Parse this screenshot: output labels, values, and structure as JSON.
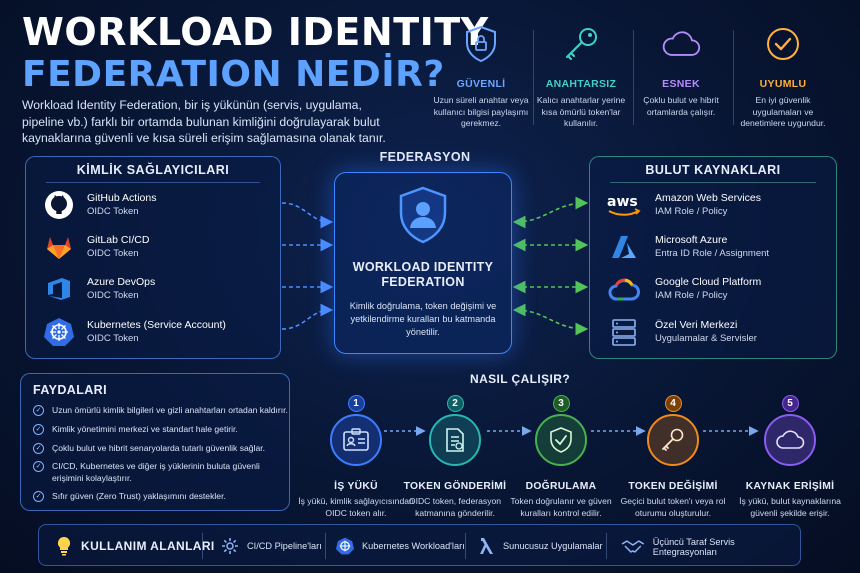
{
  "title": {
    "line1": "WORKLOAD IDENTITY",
    "line2": "FEDERATION NEDİR?"
  },
  "intro": "Workload Identity Federation, bir iş yükünün (servis, uygulama, pipeline vb.) farklı bir ortamda bulunan kimliğini doğrulayarak bulut kaynaklarına güvenli ve kısa süreli erişim sağlamasına olanak tanır.",
  "features": [
    {
      "title": "GÜVENLİ",
      "desc": "Uzun süreli anahtar veya kullanıcı bilgisi paylaşımı gerekmez.",
      "icon": "shield-lock-icon",
      "color": "#6aa6ff"
    },
    {
      "title": "ANAHTARSIZ",
      "desc": "Kalıcı anahtarlar yerine kısa ömürlü token'lar kullanılır.",
      "icon": "key-icon",
      "color": "#3fd0c8"
    },
    {
      "title": "ESNEK",
      "desc": "Çoklu bulut ve hibrit ortamlarda çalışır.",
      "icon": "cloud-icon",
      "color": "#b58cff"
    },
    {
      "title": "UYUMLU",
      "desc": "En iyi güvenlik uygulamaları ve denetimlere uygundur.",
      "icon": "check-circle-icon",
      "color": "#ffb13b"
    }
  ],
  "identity_providers": {
    "title": "KİMLİK SAĞLAYICILARI",
    "items": [
      {
        "name": "GitHub Actions",
        "sub": "OIDC Token",
        "icon": "github-icon"
      },
      {
        "name": "GitLab CI/CD",
        "sub": "OIDC Token",
        "icon": "gitlab-icon"
      },
      {
        "name": "Azure DevOps",
        "sub": "OIDC Token",
        "icon": "azure-devops-icon"
      },
      {
        "name": "Kubernetes (Service Account)",
        "sub": "OIDC Token",
        "icon": "kubernetes-icon"
      }
    ]
  },
  "federation": {
    "label": "FEDERASYON",
    "title": "WORKLOAD IDENTITY FEDERATION",
    "desc": "Kimlik doğrulama, token değişimi ve yetkilendirme kuralları bu katmanda yönetilir."
  },
  "cloud_resources": {
    "title": "BULUT KAYNAKLARI",
    "items": [
      {
        "name": "Amazon Web Services",
        "sub": "IAM Role / Policy",
        "icon": "aws-icon"
      },
      {
        "name": "Microsoft Azure",
        "sub": "Entra ID Role / Assignment",
        "icon": "azure-icon"
      },
      {
        "name": "Google Cloud Platform",
        "sub": "IAM Role / Policy",
        "icon": "gcp-icon"
      },
      {
        "name": "Özel Veri Merkezi",
        "sub": "Uygulamalar & Servisler",
        "icon": "server-icon"
      }
    ]
  },
  "benefits": {
    "title": "FAYDALARI",
    "items": [
      "Uzun ömürlü kimlik bilgileri ve gizli anahtarları ortadan kaldırır.",
      "Kimlik yönetimini merkezi ve standart hale getirir.",
      "Çoklu bulut ve hibrit senaryolarda tutarlı güvenlik sağlar.",
      "CI/CD, Kubernetes ve diğer iş yüklerinin buluta güvenli erişimini kolaylaştırır.",
      "Sıfır güven (Zero Trust) yaklaşımını destekler."
    ]
  },
  "how": {
    "title": "NASIL ÇALIŞIR?",
    "steps": [
      {
        "num": "1",
        "title": "İŞ YÜKÜ",
        "desc": "İş yükü, kimlik sağlayıcısından OIDC token alır.",
        "color": "#3d7dff",
        "icon": "id-card-icon"
      },
      {
        "num": "2",
        "title": "TOKEN GÖNDERİMİ",
        "desc": "OIDC token, federasyon katmanına gönderilir.",
        "color": "#25b7b0",
        "icon": "document-icon"
      },
      {
        "num": "3",
        "title": "DOĞRULAMA",
        "desc": "Token doğrulanır ve güven kuralları kontrol edilir.",
        "color": "#46b24e",
        "icon": "shield-check-icon"
      },
      {
        "num": "4",
        "title": "TOKEN DEĞİŞİMİ",
        "desc": "Geçici bulut token'ı veya rol oturumu oluşturulur.",
        "color": "#f08a1c",
        "icon": "key-icon"
      },
      {
        "num": "5",
        "title": "KAYNAK ERİŞİMİ",
        "desc": "İş yükü, bulut kaynaklarına güvenli şekilde erişir.",
        "color": "#8a5cf0",
        "icon": "cloud-icon"
      }
    ]
  },
  "usage": {
    "title": "KULLANIM ALANLARI",
    "items": [
      {
        "label": "CI/CD Pipeline'ları",
        "icon": "gear-icon"
      },
      {
        "label": "Kubernetes Workload'ları",
        "icon": "kubernetes-icon"
      },
      {
        "label": "Sunucusuz Uygulamalar",
        "icon": "lambda-icon"
      },
      {
        "label": "Üçüncü Taraf Servis Entegrasyonları",
        "icon": "handshake-icon"
      }
    ]
  }
}
